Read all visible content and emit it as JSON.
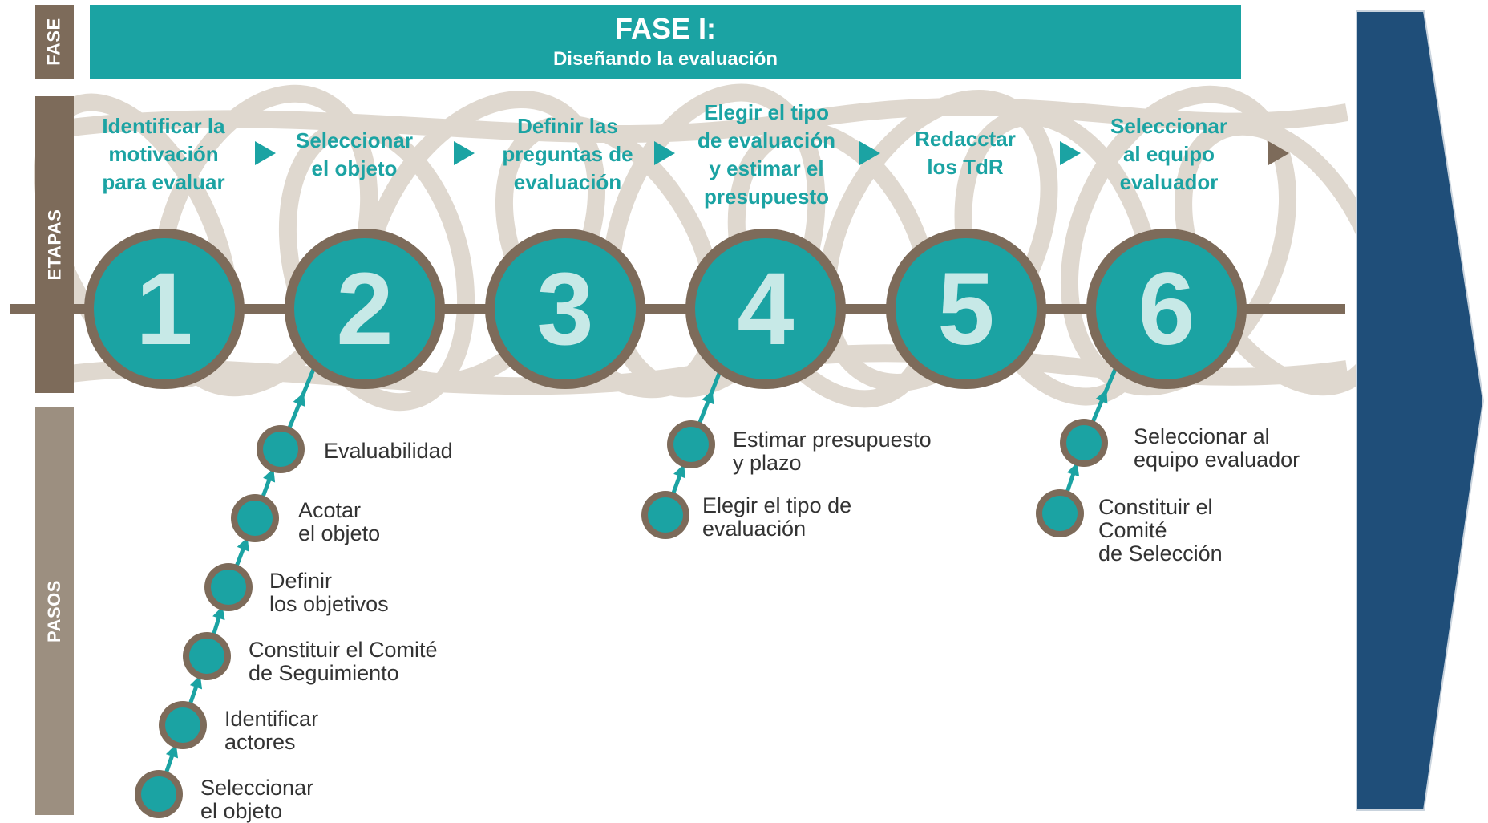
{
  "side_labels": {
    "fase": "FASE",
    "etapas": "ETAPAS",
    "pasos": "PASOS"
  },
  "phase": {
    "title": "FASE I:",
    "subtitle": "Diseñando la evaluación"
  },
  "stages": [
    {
      "number": "1",
      "title": "Identificar la\nmotivación\npara evaluar"
    },
    {
      "number": "2",
      "title": "Seleccionar\nel objeto"
    },
    {
      "number": "3",
      "title": "Definir las\npreguntas de\nevaluación"
    },
    {
      "number": "4",
      "title": "Elegir el tipo\nde evaluación\ny estimar el\npresupuesto"
    },
    {
      "number": "5",
      "title": "Redacctar\nlos TdR"
    },
    {
      "number": "6",
      "title": "Seleccionar\nal equipo\nevaluador"
    }
  ],
  "steps": {
    "stage2": [
      "Seleccionar\nel objeto",
      "Identificar\nactores",
      "Constituir el Comité\nde Seguimiento",
      "Definir\nlos objetivos",
      "Acotar\nel objeto",
      "Evaluabilidad"
    ],
    "stage4": [
      "Elegir el tipo de\nevaluación",
      "Estimar presupuesto\ny plazo"
    ],
    "stage6": [
      "Constituir el\nComité\nde Selección",
      "Seleccionar al\nequipo evaluador"
    ]
  },
  "colors": {
    "teal": "#1ba3a3",
    "brown": "#7d6b5a",
    "taupe": "#9c8f80",
    "loops": "#dcd4ca",
    "number_text": "#c7e9e7",
    "navy": "#1f4e79",
    "step_text": "#333333"
  }
}
